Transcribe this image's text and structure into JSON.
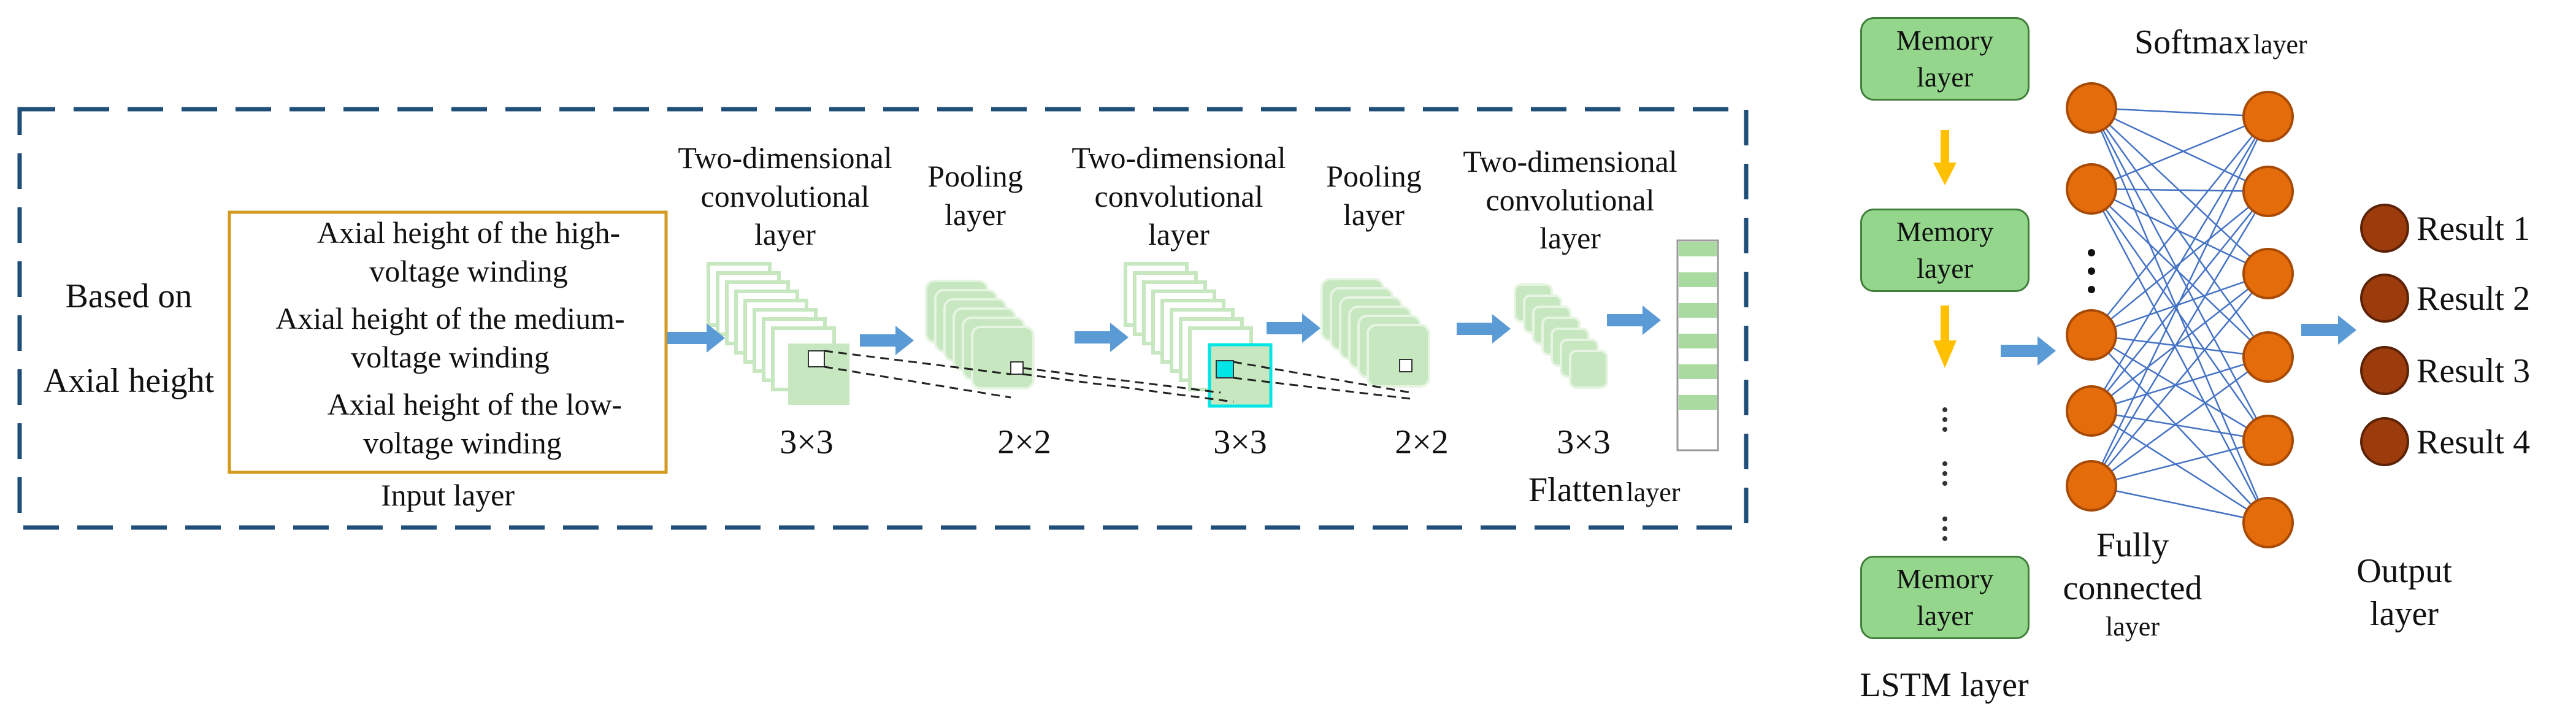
{
  "cnn": {
    "based_on": "Based on",
    "axial_height": "Axial height",
    "input_items": [
      [
        "Axial height of the high-",
        "voltage winding"
      ],
      [
        "Axial height of the medium-",
        "voltage winding"
      ],
      [
        "Axial height of the low-",
        "voltage winding"
      ]
    ],
    "input_layer": "Input layer",
    "conv1": [
      "Two-dimensional",
      "convolutional",
      "layer"
    ],
    "pool1": [
      "Pooling",
      "layer"
    ],
    "conv2": [
      "Two-dimensional",
      "convolutional",
      "layer"
    ],
    "pool2": [
      "Pooling",
      "layer"
    ],
    "conv3": [
      "Two-dimensional",
      "convolutional",
      "layer"
    ],
    "kernel1": "3×3",
    "kernel2": "2×2",
    "kernel3": "3×3",
    "kernel4": "2×2",
    "kernel5": "3×3",
    "flatten_main": "Flatten",
    "flatten_sub": "layer"
  },
  "lstm": {
    "memory1": [
      "Memory",
      "layer"
    ],
    "memory2": [
      "Memory",
      "layer"
    ],
    "memory3": [
      "Memory",
      "layer"
    ],
    "label": "LSTM layer"
  },
  "dense": {
    "softmax_main": "Softmax",
    "softmax_sub": "layer",
    "fully_connected": [
      "Fully",
      "connected",
      "layer"
    ]
  },
  "output": {
    "results": [
      "Result 1",
      "Result 2",
      "Result 3",
      "Result 4"
    ],
    "label": [
      "Output",
      "layer"
    ]
  },
  "colors": {
    "frame": "#1f4e79",
    "arrow": "#5b9bd5",
    "feature_map": "#c6e7bf",
    "input_border": "#d39a1d",
    "memory_fill": "#93d68c",
    "memory_arrow": "#ffc000",
    "neuron": "#e46c0a",
    "neuron_edge": "#a64a05",
    "result": "#9c3b0c",
    "connection": "#4472c4",
    "highlight": "#00e5e5"
  }
}
